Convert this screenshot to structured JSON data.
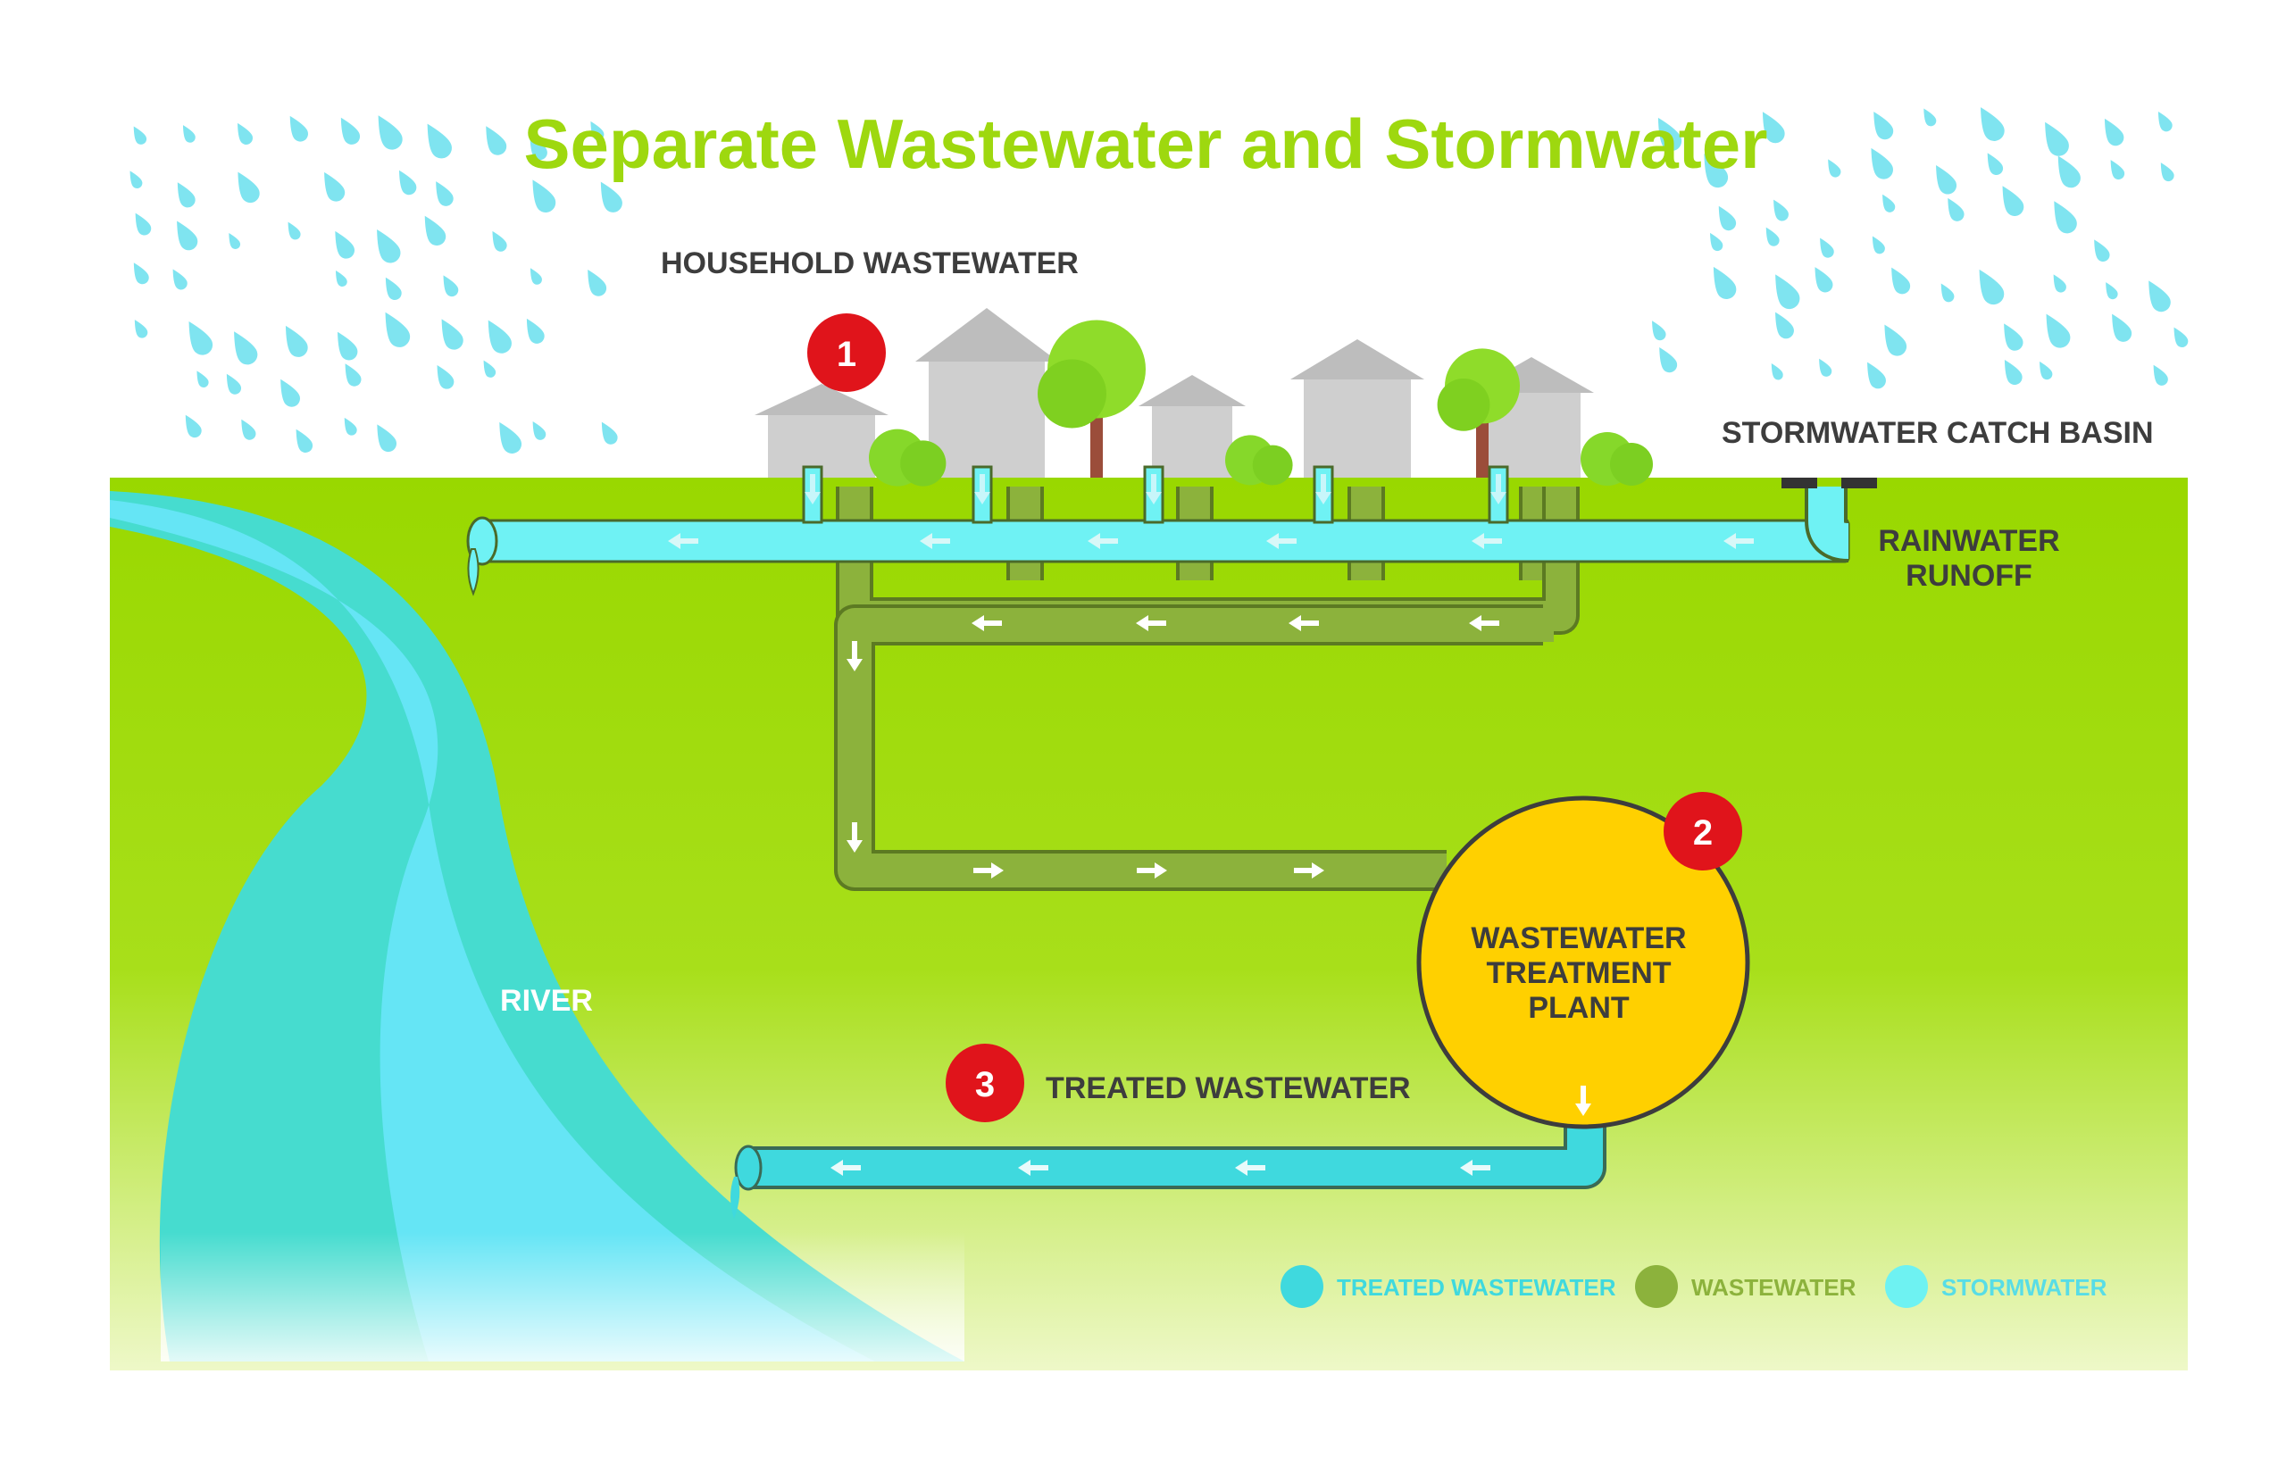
{
  "title": "Separate Wastewater and Stormwater",
  "labels": {
    "household": "HOUSEHOLD WASTEWATER",
    "catch_basin": "STORMWATER CATCH BASIN",
    "runoff_line1": "RAINWATER",
    "runoff_line2": "RUNOFF",
    "river": "RIVER",
    "plant_line1": "WASTEWATER",
    "plant_line2": "TREATMENT",
    "plant_line3": "PLANT",
    "treated": "TREATED WASTEWATER"
  },
  "steps": [
    "1",
    "2",
    "3"
  ],
  "legend": [
    {
      "label": "TREATED WASTEWATER",
      "color": "#3fd9de"
    },
    {
      "label": "WASTEWATER",
      "color": "#8cb23c"
    },
    {
      "label": "STORMWATER",
      "color": "#6ef2f2"
    }
  ],
  "colors": {
    "title": "#9ed80f",
    "ground": "#9ad800",
    "stormwater": "#72f3f5",
    "wastewater": "#8cb23c",
    "treated": "#3fd9de",
    "plant": "#ffd000",
    "badge": "#e0141b",
    "rain": "#7fe4f0",
    "house": "#c9c9c9",
    "tree": "#8fdc2a",
    "river": "#52d6ec"
  }
}
